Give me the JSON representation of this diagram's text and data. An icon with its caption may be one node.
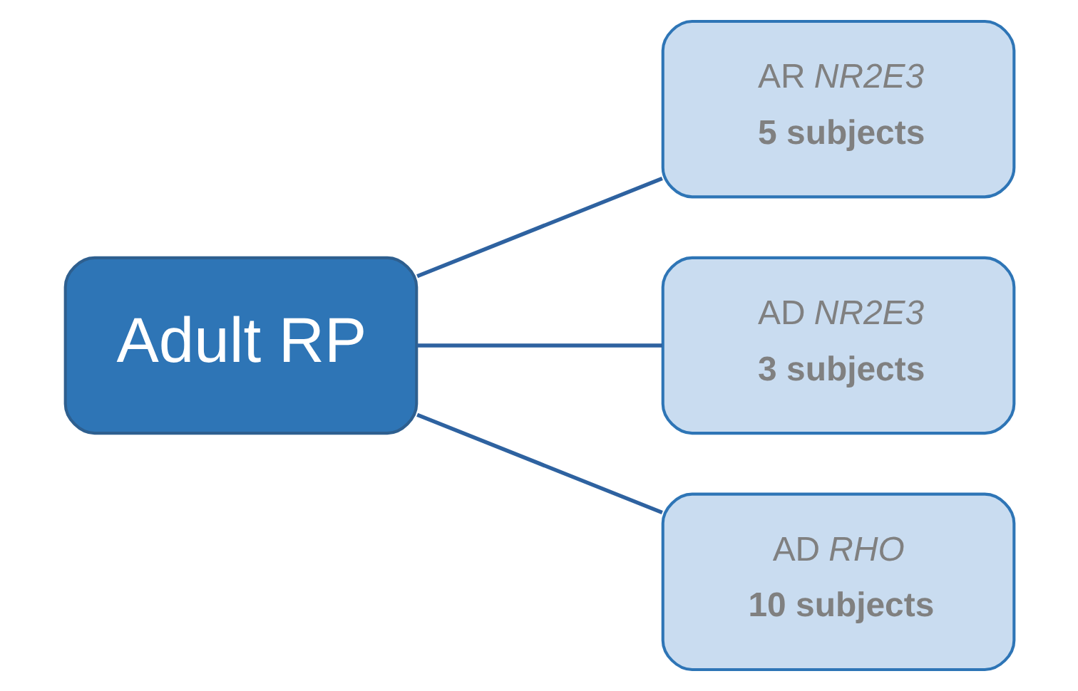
{
  "diagram": {
    "nodes": [
      {
        "text": [
          "Adult RP"
        ]
      },
      {
        "text": [
          "AR *NR2E3*",
          "5 subjects"
        ]
      },
      {
        "text": [
          "AD *NR2E3*",
          "3 subjects"
        ]
      },
      {
        "text": [
          "AD *RHO*",
          "10 subjects"
        ]
      }
    ],
    "edges": [
      {
        "from": 0,
        "to": 1,
        "arrow": "none"
      },
      {
        "from": 0,
        "to": 2,
        "arrow": "none"
      },
      {
        "from": 0,
        "to": 3,
        "arrow": "none"
      }
    ]
  }
}
